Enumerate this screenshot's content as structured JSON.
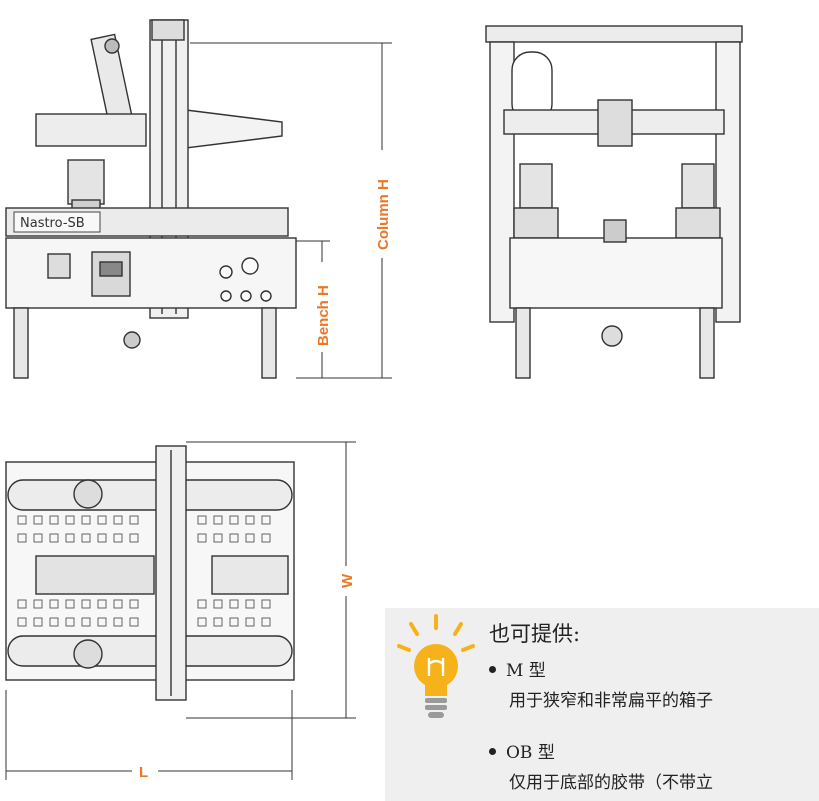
{
  "dimensions": {
    "column_h": "Column H",
    "bench_h": "Bench H",
    "w": "W",
    "l": "L"
  },
  "machine_label": "Nastro-SB",
  "info_box": {
    "title": "也可提供:",
    "options": [
      {
        "name": "M 型",
        "description": "用于狭窄和非常扁平的箱子"
      },
      {
        "name": "OB 型",
        "description": "仅用于底部的胶带（不带立"
      }
    ]
  },
  "colors": {
    "dimension_accent": "#e8792a",
    "bulb_yellow": "#f6b21a",
    "info_bg": "#efefef"
  }
}
